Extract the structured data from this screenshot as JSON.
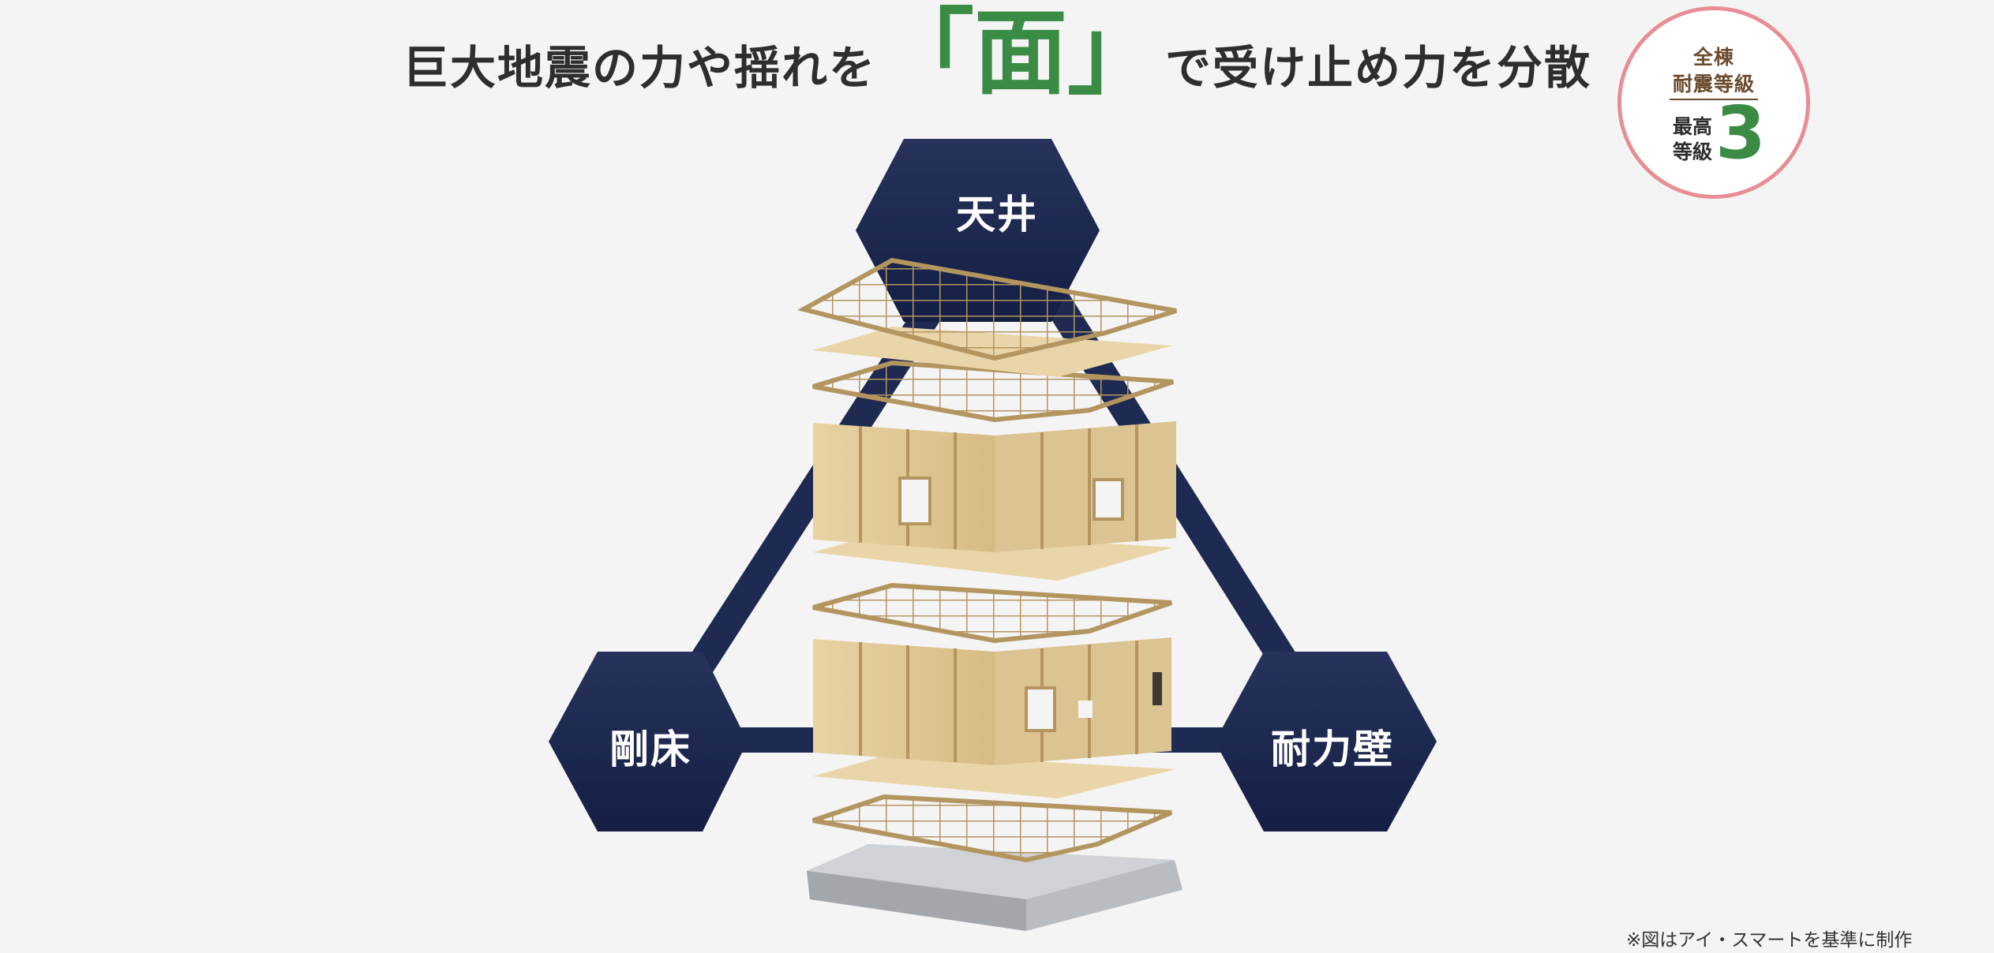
{
  "headline": {
    "before": "巨大地震の力や揺れを",
    "accent": "「面」",
    "after": "で受け止め力を分散"
  },
  "badge": {
    "line1": "全棟",
    "line2": "耐震等級",
    "sub_line1": "最高",
    "sub_line2": "等級",
    "grade": "3"
  },
  "diagram": {
    "nodes": {
      "top": "天井",
      "left": "剛床",
      "right": "耐力壁"
    }
  },
  "footnote": "※図はアイ・スマートを基準に制作",
  "colors": {
    "background": "#f4f4f4",
    "navy": "#1e2a52",
    "accent_green": "#3a8c45",
    "badge_border": "#e88d94",
    "badge_text": "#6b4a2e"
  }
}
